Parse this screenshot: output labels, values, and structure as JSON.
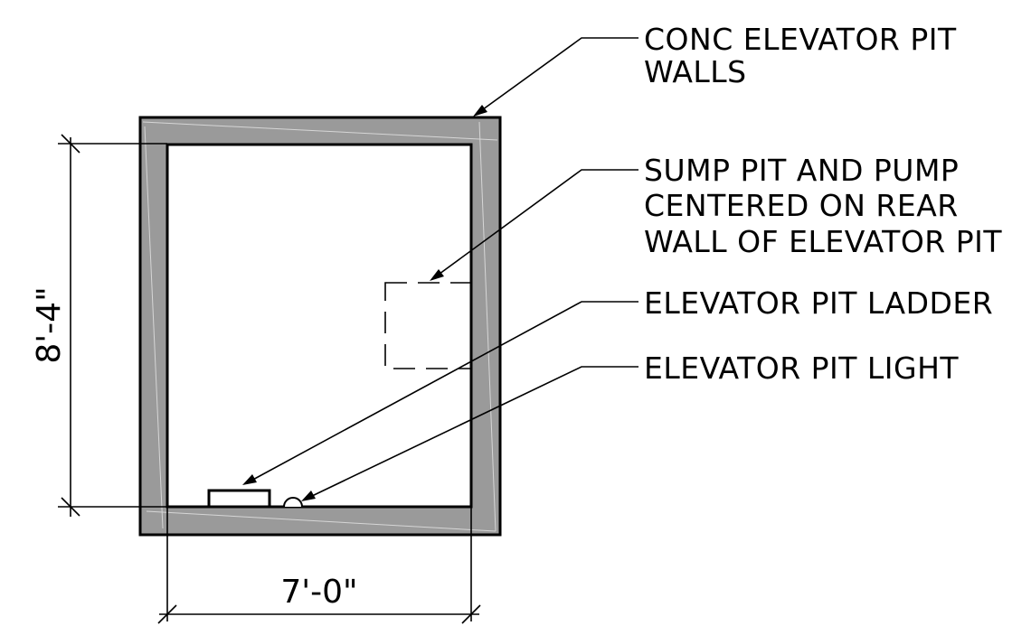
{
  "dimensions": {
    "height_label": "8'-4\"",
    "width_label": "7'-0\""
  },
  "callouts": {
    "walls": [
      "CONC ELEVATOR PIT",
      "WALLS"
    ],
    "sump": [
      "SUMP PIT AND PUMP",
      "CENTERED ON REAR",
      "WALL OF ELEVATOR PIT"
    ],
    "ladder": [
      "ELEVATOR PIT LADDER"
    ],
    "light": [
      "ELEVATOR PIT LIGHT"
    ]
  },
  "colors": {
    "wall_fill": "#9a9a9a",
    "line": "#000000",
    "background": "#ffffff"
  }
}
